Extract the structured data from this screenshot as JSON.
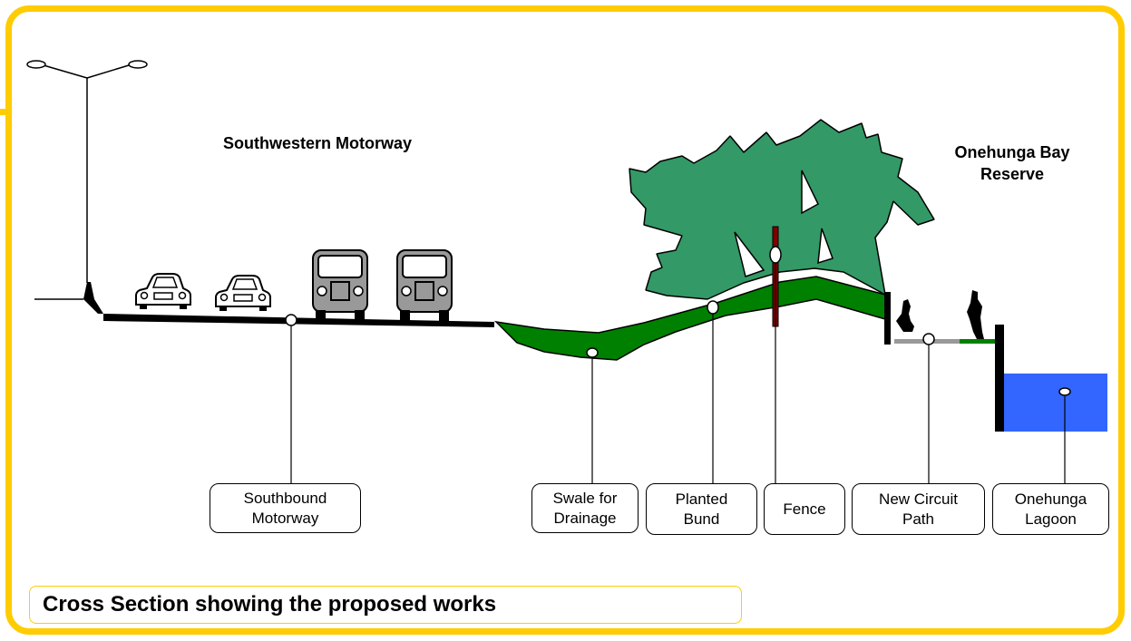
{
  "diagram": {
    "titles": {
      "motorway": "Southwestern Motorway",
      "reserve_line1": "Onehunga Bay",
      "reserve_line2": "Reserve"
    },
    "callouts": {
      "southbound_motorway": {
        "line1": "Southbound",
        "line2": "Motorway"
      },
      "swale": {
        "line1": "Swale for",
        "line2": "Drainage"
      },
      "planted_bund": {
        "line1": "Planted",
        "line2": "Bund"
      },
      "fence": {
        "line1": "Fence"
      },
      "circuit_path": {
        "line1": "New Circuit",
        "line2": "Path"
      },
      "lagoon": {
        "line1": "Onehunga",
        "line2": "Lagoon"
      }
    },
    "caption": "Cross Section showing the proposed works",
    "colors": {
      "frame": "#ffcc00",
      "tree": "#339966",
      "bund": "#008000",
      "lagoon": "#3366ff",
      "fence": "#800000",
      "path": "#999999",
      "vehicle": "#999999"
    },
    "icons": [
      "street-lamp-icon",
      "car-icon",
      "bus-icon",
      "tree-icon",
      "person-icon"
    ]
  }
}
